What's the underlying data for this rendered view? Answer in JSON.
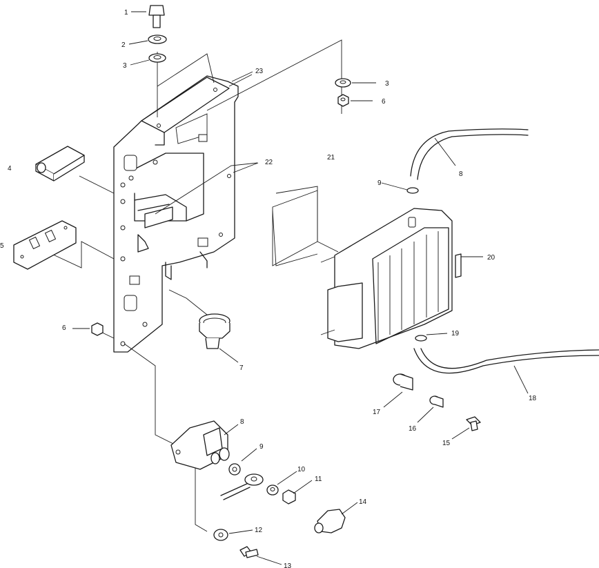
{
  "callouts": [
    {
      "id": "c1",
      "text": "1"
    },
    {
      "id": "c2",
      "text": "2"
    },
    {
      "id": "c3a",
      "text": "3"
    },
    {
      "id": "c3b",
      "text": "3"
    },
    {
      "id": "c6a",
      "text": "6"
    },
    {
      "id": "c23",
      "text": "23"
    },
    {
      "id": "c4",
      "text": "4"
    },
    {
      "id": "c22",
      "text": "22"
    },
    {
      "id": "c21",
      "text": "21"
    },
    {
      "id": "c8a",
      "text": "8"
    },
    {
      "id": "c9a",
      "text": "9"
    },
    {
      "id": "c5",
      "text": "5"
    },
    {
      "id": "c20",
      "text": "20"
    },
    {
      "id": "c6b",
      "text": "6"
    },
    {
      "id": "c19",
      "text": "19"
    },
    {
      "id": "c7",
      "text": "7"
    },
    {
      "id": "c18",
      "text": "18"
    },
    {
      "id": "c17",
      "text": "17"
    },
    {
      "id": "c16",
      "text": "16"
    },
    {
      "id": "c15",
      "text": "15"
    },
    {
      "id": "c8b",
      "text": "8"
    },
    {
      "id": "c9b",
      "text": "9"
    },
    {
      "id": "c10",
      "text": "10"
    },
    {
      "id": "c11",
      "text": "11"
    },
    {
      "id": "c14",
      "text": "14"
    },
    {
      "id": "c12",
      "text": "12"
    },
    {
      "id": "c13",
      "text": "13"
    }
  ]
}
